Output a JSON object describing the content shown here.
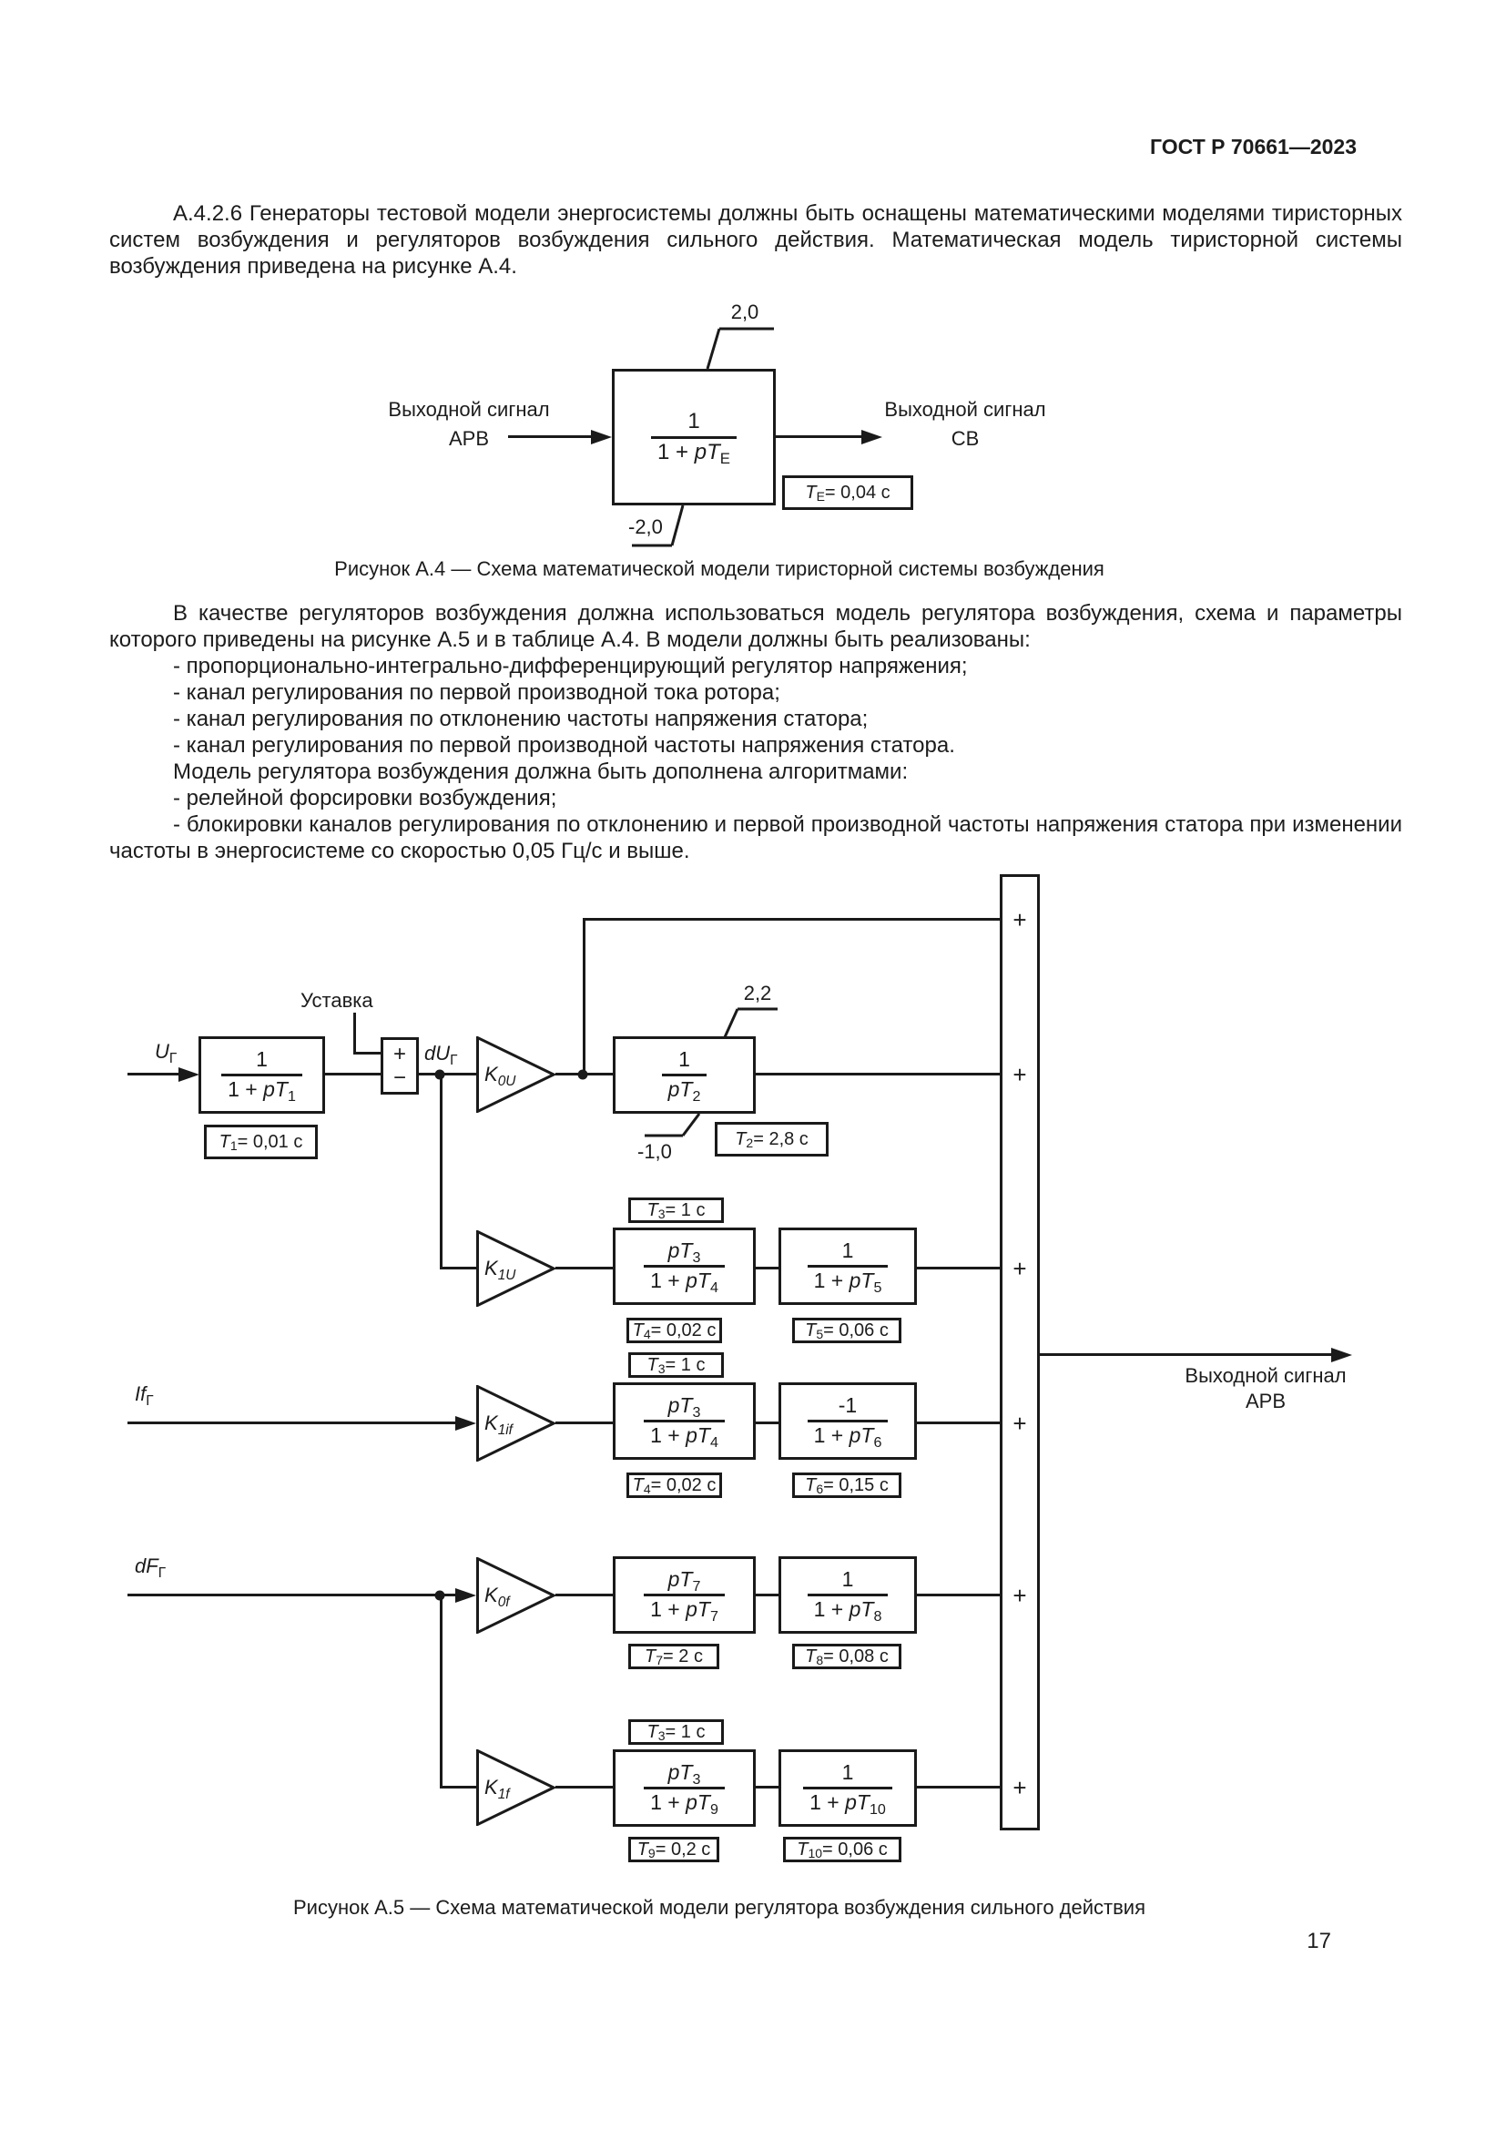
{
  "header": {
    "doc_number": "ГОСТ Р 70661—2023"
  },
  "body": {
    "para1": "А.4.2.6 Генераторы тестовой модели энергосистемы должны быть оснащены математическими моделями тиристорных систем возбуждения и регуляторов возбуждения сильного действия. Математическая модель тиристорной системы возбуждения приведена на рисунке А.4.",
    "para2": [
      "В качестве регуляторов возбуждения должна использоваться модель регулятора возбуждения, схема и параметры которого приведены на рисунке А.5 и в таблице А.4. В модели должны быть реализованы:",
      "- пропорционально-интегрально-дифференцирующий регулятор напряжения;",
      "- канал регулирования по первой производной тока ротора;",
      "- канал регулирования по отклонению частоты напряжения статора;",
      "- канал регулирования по первой производной частоты напряжения статора.",
      "Модель регулятора возбуждения должна быть дополнена алгоритмами:",
      "- релейной форсировки возбуждения;",
      "- блокировки каналов регулирования по отклонению и первой производной частоты напряжения статора при изменении частоты в энергосистеме со скоростью 0,05 Гц/с и выше."
    ],
    "page_number": "17"
  },
  "fig_a4": {
    "input_label_line1": "Выходной сигнал",
    "input_label_line2": "АРВ",
    "output_label_line1": "Выходной сигнал",
    "output_label_line2": "СВ",
    "block": {
      "num": "1",
      "den": "1 + *pT*~E~"
    },
    "limit_top": "2,0",
    "limit_bottom": "-2,0",
    "param": "*T*~E~ = 0,04 с",
    "caption": "Рисунок А.4 — Схема математической модели тиристорной системы возбуждения"
  },
  "fig_a5": {
    "caption": "Рисунок А.5 — Схема математической модели регулятора возбуждения сильного действия",
    "setpoint_label": "Уставка",
    "sum_plus": "+",
    "sum_minus": "−",
    "plus": "+",
    "input_u": "*U*~Г~",
    "du_label": "*dU*~Г~",
    "input_if": "*If*~Г~",
    "input_df": "*dF*~Г~",
    "output_label_line1": "Выходной сигнал",
    "output_label_line2": "АРВ",
    "gain_k0u": "*K*~*0U*~",
    "gain_k1u": "*K*~*1U*~",
    "gain_k1if": "*K*~*1if*~",
    "gain_k0f": "*K*~*0f*~",
    "gain_k1f": "*K*~*1f*~",
    "b_u": {
      "num": "1",
      "den": "1 + *pT*~1~",
      "param": "*T*~1~ = 0,01 с"
    },
    "b_int": {
      "num": "1",
      "den": "*pT*~2~",
      "param": "*T*~2~ = 2,8 с",
      "limit_top": "2,2",
      "limit_bottom": "-1,0"
    },
    "row2": {
      "t3": "*T*~3~ = 1 с",
      "b1_num": "*pT*~3~",
      "b1_den": "1 + *pT*~4~",
      "b1_param": "*T*~4~ = 0,02 с",
      "b2_num": "1",
      "b2_den": "1 + *pT*~5~",
      "b2_param": "*T*~5~ = 0,06 с"
    },
    "row3": {
      "t3": "*T*~3~ = 1 с",
      "b1_num": "*pT*~3~",
      "b1_den": "1 + *pT*~4~",
      "b1_param": "*T*~4~ = 0,02 с",
      "b2_num": "-1",
      "b2_den": "1 + *pT*~6~",
      "b2_param": "*T*~6~ = 0,15 с"
    },
    "row4": {
      "b1_num": "*pT*~7~",
      "b1_den": "1 + *pT*~7~",
      "b1_param": "*T*~7~ = 2 с",
      "b2_num": "1",
      "b2_den": "1 + *pT*~8~",
      "b2_param": "*T*~8~ = 0,08 с"
    },
    "row5": {
      "t3": "*T*~3~ = 1 с",
      "b1_num": "*pT*~3~",
      "b1_den": "1 + *pT*~9~",
      "b1_param": "*T*~9~ = 0,2 с",
      "b2_num": "1",
      "b2_den": "1 + *pT*~10~",
      "b2_param": "*T*~10~ = 0,06 с"
    }
  }
}
